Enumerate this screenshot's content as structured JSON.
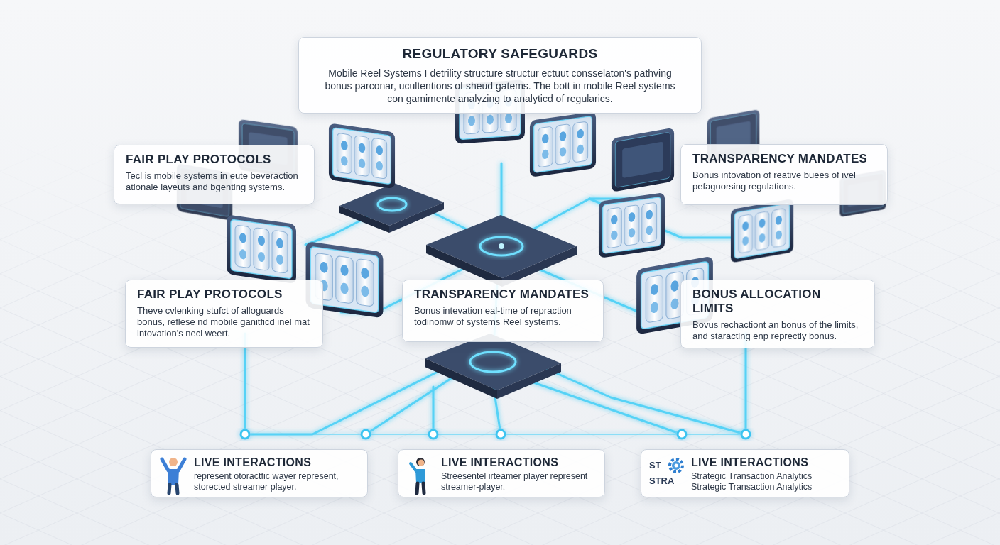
{
  "diagram": {
    "nodes": [
      {
        "text": [
          "REGULATORY SAFEGUARDS",
          "Mobile Reel Systems I detrility structure structur ectuut consselaton's pathving bonus parconar, ucultentions of sheud gatems. The bott in mobile Reel systems con gamimente analyzing to analyticd of regularics."
        ]
      },
      {
        "text": [
          "FAIR PLAY PROTOCOLS",
          "Tecl is mobile systems in eute beveraction ationale layeuts and bgenting systems."
        ]
      },
      {
        "text": [
          "TRANSPARENCY MANDATES",
          "Bonus intovation of reative buees of ivel pefaguorsing regulations."
        ]
      },
      {
        "text": [
          "FAIR PLAY PROTOCOLS",
          "Theve cvlenking stufct of alloguards bonus, reflese nd mobile ganitficd inel mat intovation's necl weert."
        ]
      },
      {
        "text": [
          "TRANSPARENCY MANDATES",
          "Bonus intevation eal-time of repraction todinomw of systems Reel systems."
        ]
      },
      {
        "text": [
          "BONUS ALLOCATION LIMITS",
          "Bovus rechactiont an bonus of the limits, and staracting enp reprectiy bonus."
        ]
      },
      {
        "text": [
          "LIVE INTERACTIONS",
          "represent otoractfic wayer represent, storected streamer player."
        ]
      },
      {
        "text": [
          "LIVE INTERACTIONS",
          "Streesentel irteamer player represent streamer-player."
        ]
      },
      {
        "text": [
          "LIVE INTERACTIONS",
          "Strategic Transaction Analytics Strategic Transaction Analytics"
        ]
      }
    ],
    "labels": [
      "ST",
      "STRA"
    ]
  }
}
